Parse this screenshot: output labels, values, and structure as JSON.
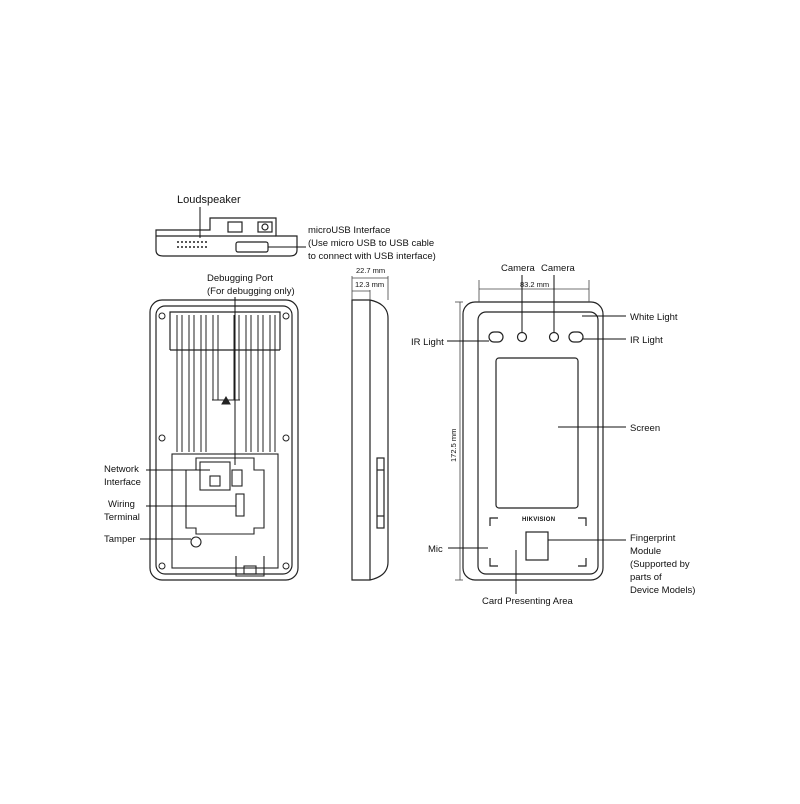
{
  "brand": "HIKVISION",
  "colors": {
    "line": "#222222",
    "leader": "#111111",
    "fill": "#ffffff"
  },
  "top_view": {
    "loudspeaker": "Loudspeaker",
    "microusb": [
      "microUSB Interface",
      "(Use micro USB to USB cable",
      "to connect with USB interface)"
    ]
  },
  "rear_view": {
    "debugging_port": [
      "Debugging Port",
      "(For debugging only)"
    ],
    "network_interface": [
      "Network",
      "Interface"
    ],
    "wiring_terminal": [
      "Wiring",
      "Terminal"
    ],
    "tamper": "Tamper"
  },
  "side_view": {
    "depth_total": "22.7 mm",
    "depth_body": "12.3 mm"
  },
  "front_view": {
    "camera_left": "Camera",
    "camera_right": "Camera",
    "width": "83.2 mm",
    "height": "172.5 mm",
    "white_light": "White Light",
    "ir_light_left": "IR Light",
    "ir_light_right": "IR Light",
    "screen": "Screen",
    "fingerprint": [
      "Fingerprint",
      "Module",
      "(Supported by",
      "parts of",
      "Device Models)"
    ],
    "mic": "Mic",
    "card_area": "Card Presenting Area"
  }
}
